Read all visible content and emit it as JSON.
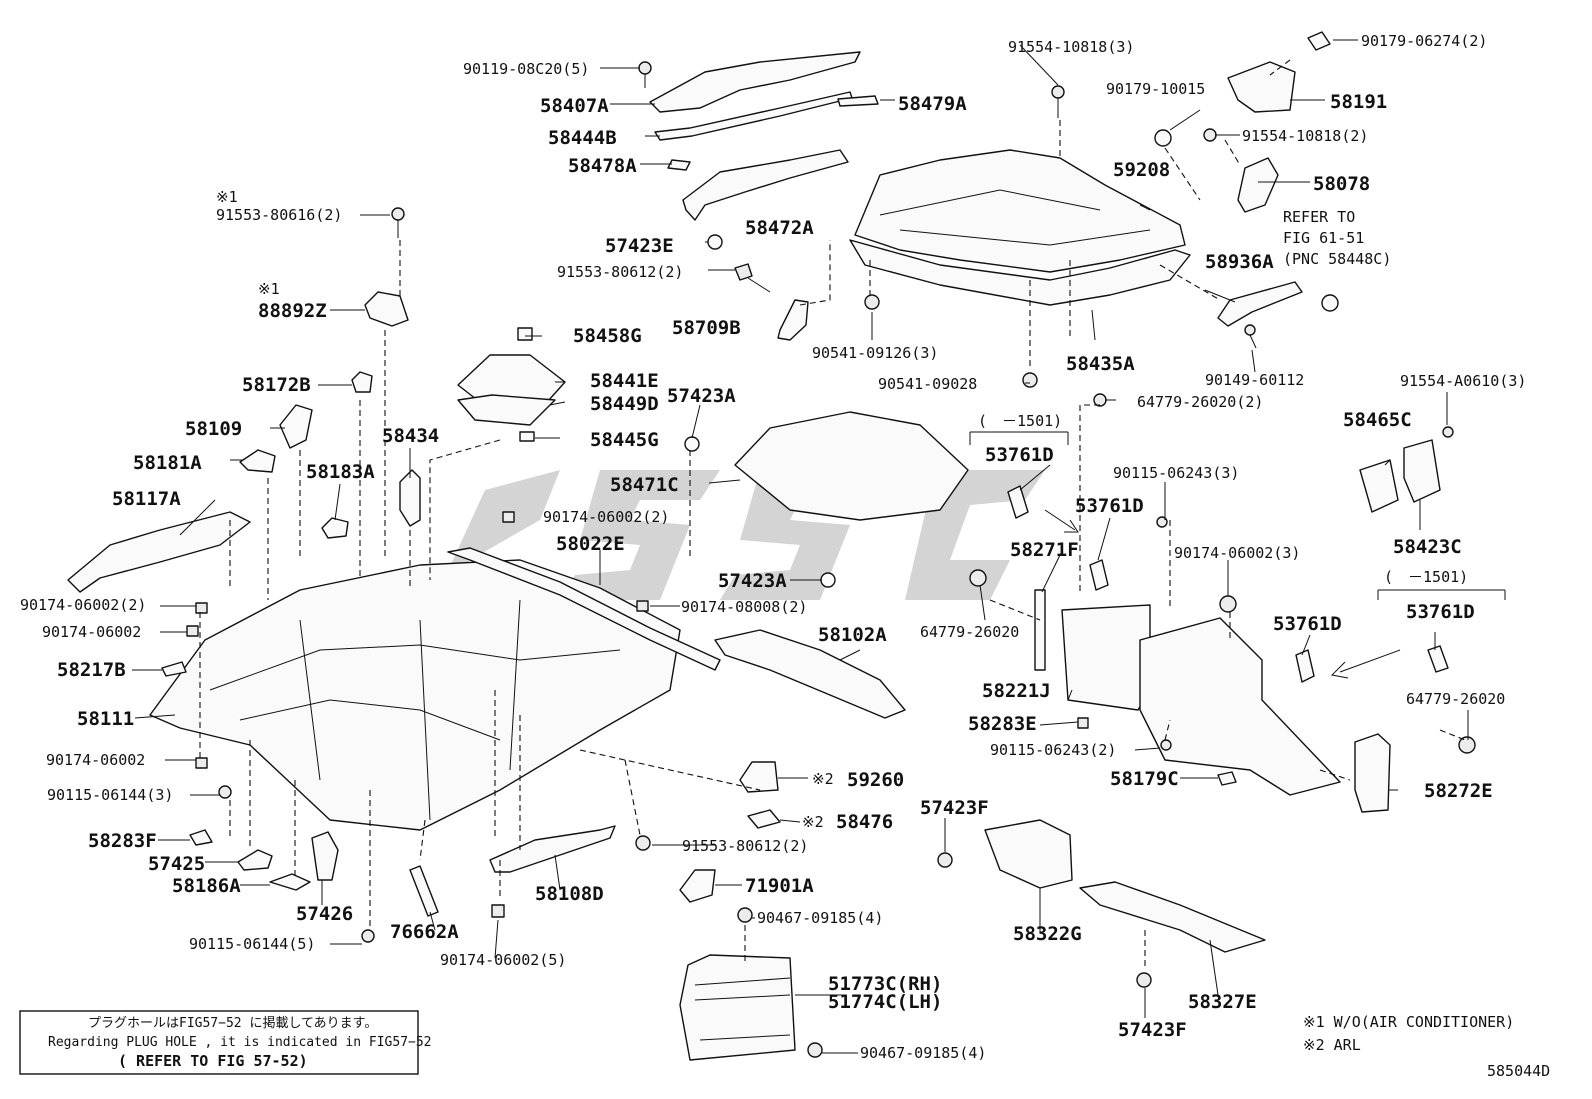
{
  "diagram_id": "585044D",
  "note_box": {
    "line1": "プラグホールはFIG57−52 に掲載してあります。",
    "line2": "Regarding PLUG HOLE , it is indicated in FIG57−52",
    "line3": "( REFER TO FIG 57-52)"
  },
  "legend": {
    "item1": "※1 W/O(AIR CONDITIONER)",
    "item2": "※2 ARL"
  },
  "refer": {
    "line1": "REFER TO",
    "line2": "FIG 61-51",
    "line3": "(PNC 58448C)"
  },
  "callouts": {
    "c01": "90119-08C20(5)",
    "c02": "58407A",
    "c03": "58479A",
    "c04": "58444B",
    "c05": "58478A",
    "c06": "58472A",
    "c07": "57423E",
    "c08": "91553-80612(2)",
    "c09": "58709B",
    "c10": "91554-10818(3)",
    "c11": "90179-06274(2)",
    "c12": "58191",
    "c13": "90179-10015",
    "c14": "91554-10818(2)",
    "c15": "59208",
    "c16": "58078",
    "c17": "58936A",
    "c18": "90541-09126(3)",
    "c19": "58435A",
    "c20": "90541-09028",
    "c21": "90149-60112",
    "c22": "91554-A0610(3)",
    "c23": "※1",
    "c24": "91553-80616(2)",
    "c25": "※1",
    "c26": "88892Z",
    "c27": "58458G",
    "c28": "58441E",
    "c29": "58449D",
    "c30": "58445G",
    "c31": "58172B",
    "c32": "58109",
    "c33": "58181A",
    "c34": "58434",
    "c35": "58183A",
    "c36": "58117A",
    "c37": "57423A",
    "c38": "58471C",
    "c39": "64779-26020(2)",
    "c40": "(　－1501)",
    "c41": "53761D",
    "c42": "58465C",
    "c43": "90115-06243(3)",
    "c44": "53761D",
    "c45": "58423C",
    "c46": "90174-06002(2)",
    "c47": "58022E",
    "c48": "58271F",
    "c49": "90174-06002(3)",
    "c50": "(　－1501)",
    "c51": "53761D",
    "c52": "57423A",
    "c53": "64779-26020",
    "c54": "53761D",
    "c55": "90174-06002(2)",
    "c56": "90174-08008(2)",
    "c57": "58102A",
    "c58": "90174-06002",
    "c59": "58217B",
    "c60": "58221J",
    "c61": "64779-26020",
    "c62": "58111",
    "c63": "58283E",
    "c64": "90115-06243(2)",
    "c65": "90174-06002",
    "c66": "58179C",
    "c67": "59260",
    "c68": "※2",
    "c69": "58272E",
    "c70": "90115-06144(3)",
    "c71": "57423F",
    "c72": "58476",
    "c73": "※2",
    "c74": "58283F",
    "c75": "91553-80612(2)",
    "c76": "57425",
    "c77": "58186A",
    "c78": "71901A",
    "c79": "58108D",
    "c80": "57426",
    "c81": "90467-09185(4)",
    "c82": "58322G",
    "c83": "76662A",
    "c84": "90115-06144(5)",
    "c85": "90174-06002(5)",
    "c86": "51773C(RH)",
    "c87": "51774C(LH)",
    "c88": "58327E",
    "c89": "57423F",
    "c90": "90467-09185(4)"
  }
}
